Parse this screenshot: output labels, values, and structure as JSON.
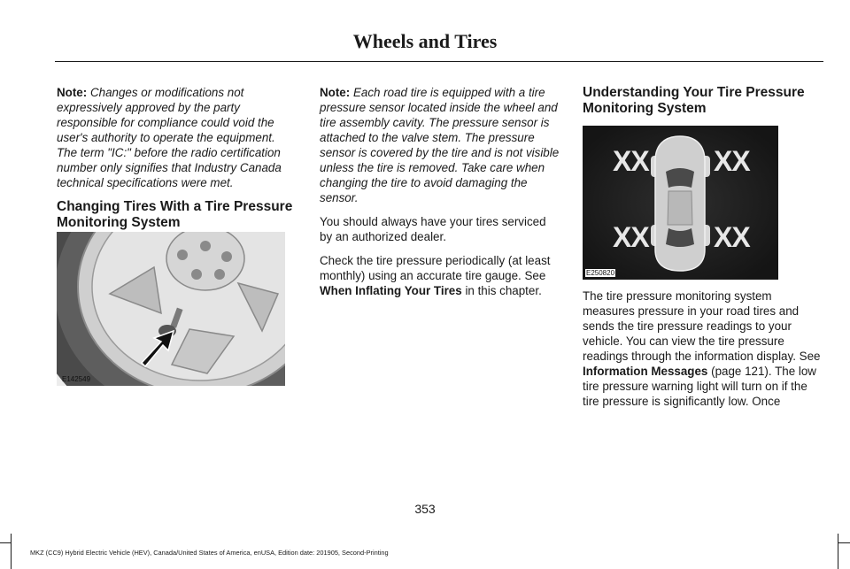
{
  "header": {
    "title": "Wheels and Tires"
  },
  "col1": {
    "note_label": "Note:",
    "note_text": "Changes or modifications not expressively approved by the party responsible for compliance could void the user's authority to operate the equipment. The term \"IC:\" before the radio certification number only signifies that Industry Canada technical specifications were met.",
    "heading": "Changing Tires With a Tire Pressure Monitoring System",
    "figure_code": "E142549"
  },
  "col2": {
    "note_label": "Note:",
    "note_text": "Each road tire is equipped with a tire pressure sensor located inside the wheel and tire assembly cavity. The pressure sensor is attached to the valve stem. The pressure sensor is covered by the tire and is not visible unless the tire is removed. Take care when changing the tire to avoid damaging the sensor.",
    "para1": "You should always have your tires serviced by an authorized dealer.",
    "para2_pre": "Check the tire pressure periodically (at least monthly) using an accurate tire gauge. See",
    "para2_ref": "When Inflating Your Tires",
    "para2_post": "in this chapter."
  },
  "col3": {
    "heading": "Understanding Your Tire Pressure Monitoring System",
    "figure_code": "E250820",
    "tpms_values": [
      "XX",
      "XX",
      "XX",
      "XX"
    ],
    "para_pre": "The tire pressure monitoring system measures pressure in your road tires and sends the tire pressure readings to your vehicle. You can view the tire pressure readings through the information display. See",
    "para_ref": "Information Messages",
    "para_post": "(page 121). The low tire pressure warning light will turn on if the tire pressure is significantly low. Once"
  },
  "page_number": "353",
  "footer": "MKZ (CC9) Hybrid Electric Vehicle (HEV), Canada/United States of America, enUSA, Edition date: 201905, Second-Printing"
}
